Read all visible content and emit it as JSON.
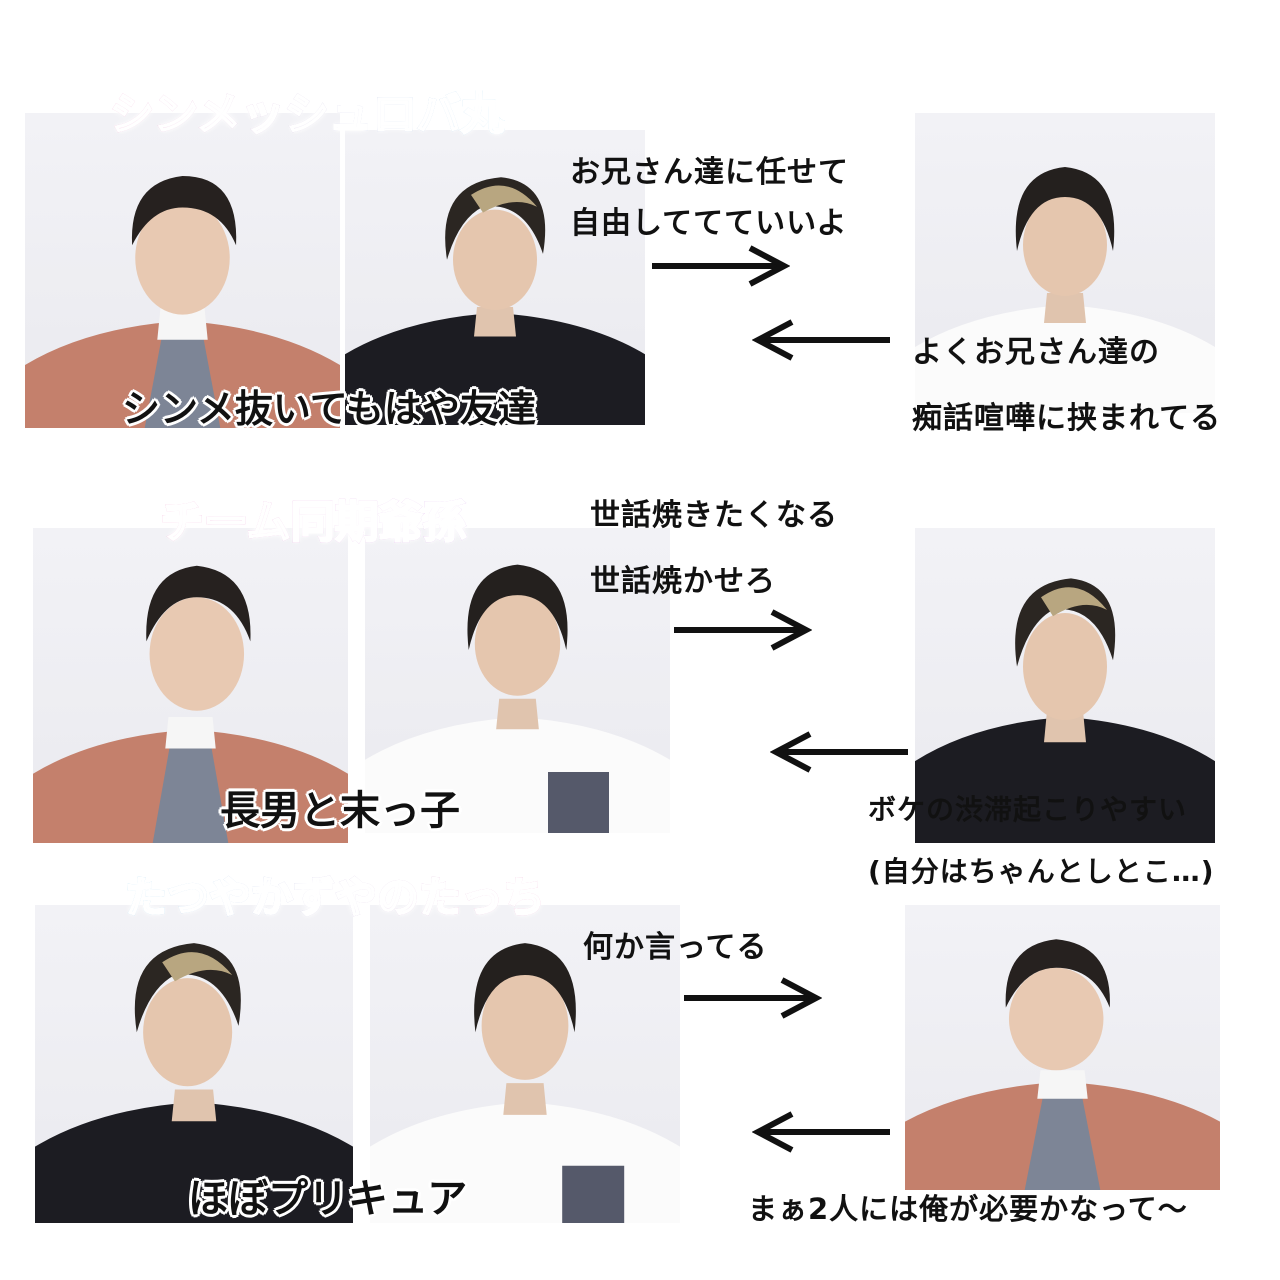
{
  "sections": [
    {
      "title": "シンメッシュロバ丸",
      "overlay": "シンメ抜いてもはや友達",
      "right_text_lines": [
        "お兄さん達に任せて",
        "自由しててていいよ"
      ],
      "left_text_lines": [
        "よくお兄さん達の",
        "痴話喧嘩に挟まれてる"
      ]
    },
    {
      "title": "チーム同期爺孫",
      "overlay": "長男と末っ子",
      "right_text_lines": [
        "世話焼きたくなる",
        "世話焼かせろ"
      ],
      "left_text_lines": [
        "ボケの渋滞起こりやすい",
        "(自分はちゃんとしとこ…)"
      ]
    },
    {
      "title": "たつやかずやのたっち",
      "overlay": "ほぼプリキュア",
      "right_text_lines": [
        "何か言ってる"
      ],
      "left_text_lines": [
        "まぁ2人には俺が必要かなって〜"
      ]
    }
  ],
  "colors": {
    "title_pink": "#e0288a",
    "title_blue": "#2aa7e0",
    "title_purple": "#9b30d9",
    "jacket_salmon": "#c4806c",
    "jacket_black": "#1c1c22",
    "shirt_white": "#fbfbfb"
  },
  "icons": {
    "arrow_right": "right-arrow-icon",
    "arrow_left": "left-arrow-icon"
  }
}
